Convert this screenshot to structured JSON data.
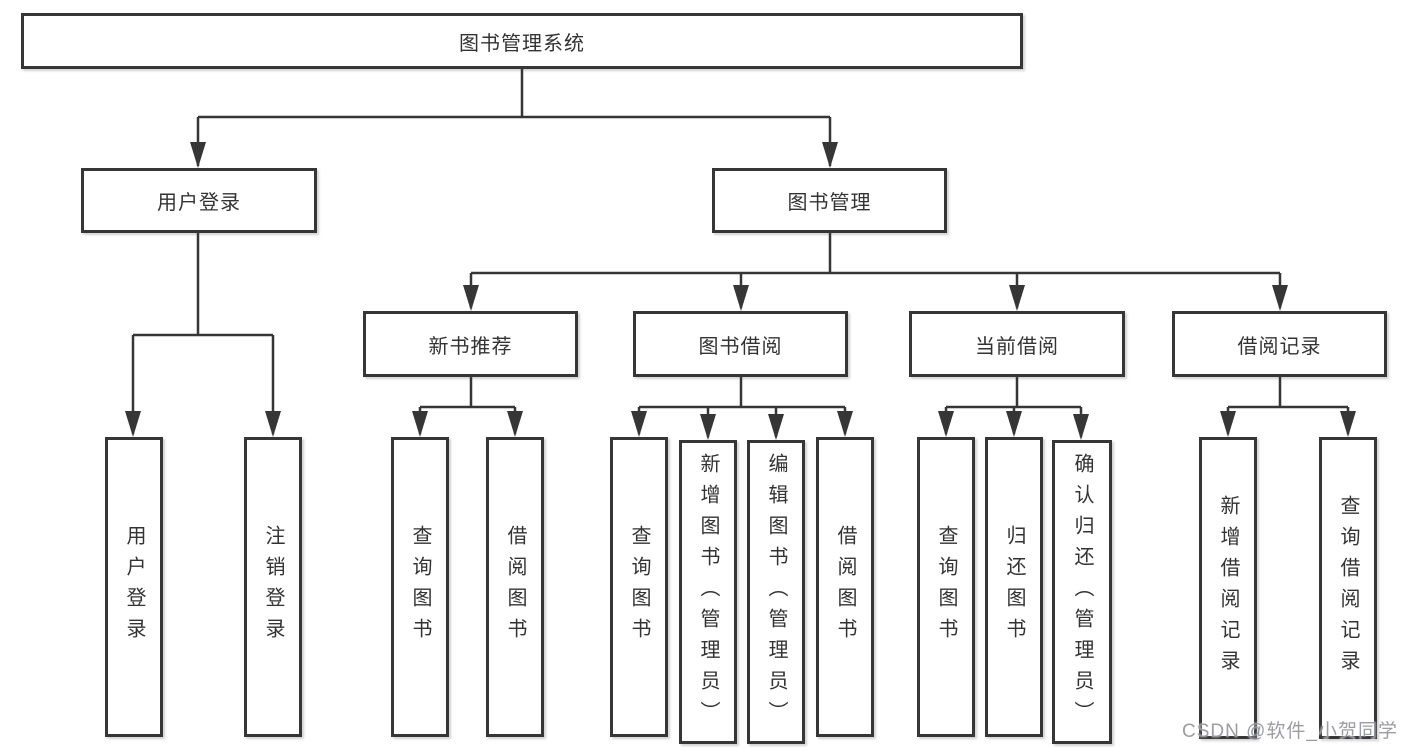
{
  "diagram_type": "hierarchy-tree",
  "colors": {
    "line": "#363636",
    "box_border": "#363636",
    "box_fill": "#ffffff",
    "text": "#333333",
    "watermark": "#94949e"
  },
  "tree": {
    "root": {
      "label": "图书管理系统"
    },
    "branches": [
      {
        "label": "用户登录",
        "children": [
          {
            "label": "用户登录"
          },
          {
            "label": "注销登录"
          }
        ]
      },
      {
        "label": "图书管理",
        "children": [
          {
            "label": "新书推荐",
            "children": [
              {
                "label": "查询图书"
              },
              {
                "label": "借阅图书"
              }
            ]
          },
          {
            "label": "图书借阅",
            "children": [
              {
                "label": "查询图书"
              },
              {
                "label": "新增图书（管理员）"
              },
              {
                "label": "编辑图书（管理员）"
              },
              {
                "label": "借阅图书"
              }
            ]
          },
          {
            "label": "当前借阅",
            "children": [
              {
                "label": "查询图书"
              },
              {
                "label": "归还图书"
              },
              {
                "label": "确认归还（管理员）"
              }
            ]
          },
          {
            "label": "借阅记录",
            "children": [
              {
                "label": "新增借阅记录"
              },
              {
                "label": "查询借阅记录"
              }
            ]
          }
        ]
      }
    ]
  },
  "watermark": {
    "text": "CSDN @软件_小贺同学"
  }
}
